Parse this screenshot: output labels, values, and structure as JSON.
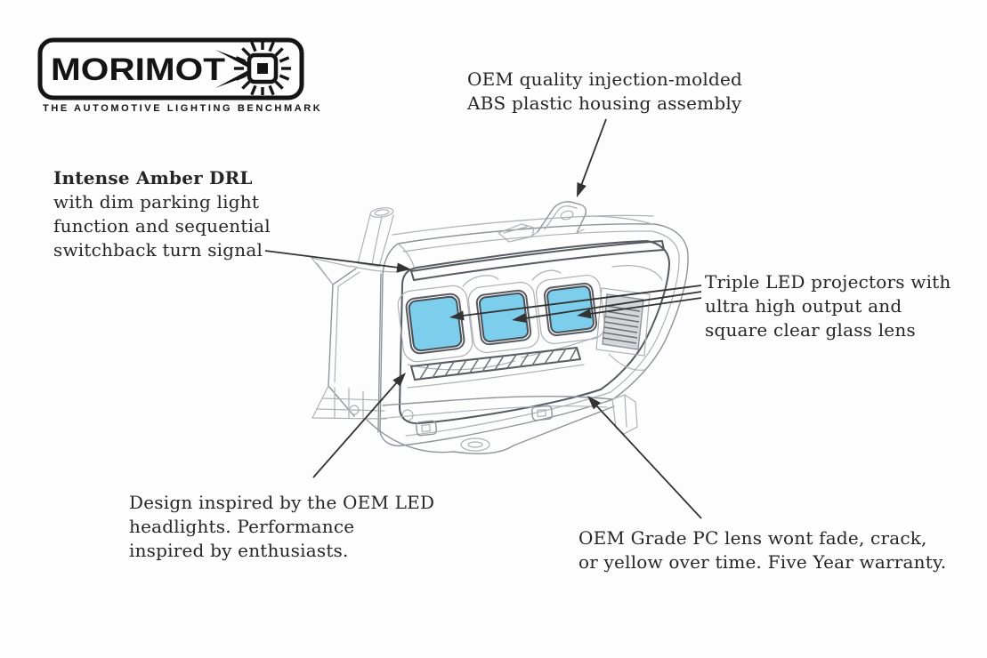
{
  "logo": {
    "name": "MORIMOTO",
    "letters": "MORIMOT",
    "tagline": "THE AUTOMOTIVE LIGHTING BENCHMARK"
  },
  "callouts": {
    "housing": {
      "lines": [
        "OEM quality injection-molded",
        "ABS plastic housing assembly"
      ]
    },
    "drl": {
      "title": "Intense Amber DRL",
      "lines": [
        "with dim parking light",
        "function and sequential",
        "switchback turn signal"
      ]
    },
    "projectors": {
      "lines": [
        "Triple LED projectors with",
        "ultra high output and",
        "square clear glass lens"
      ]
    },
    "design": {
      "lines": [
        "Design inspired by the OEM LED",
        "headlights. Performance",
        "inspired by enthusiasts."
      ]
    },
    "lens": {
      "lines": [
        "OEM Grade PC lens wont fade, crack,",
        "or yellow over time. Five Year warranty."
      ]
    }
  },
  "diagram": {
    "projector_count": "3"
  },
  "colors": {
    "lens_blue": "#7cceec",
    "line_gray": "#adb1b6",
    "dark_line": "#565b61",
    "arrow": "#333333",
    "text": "#262626",
    "logo_black": "#141414",
    "background": "#fdfdfd"
  }
}
